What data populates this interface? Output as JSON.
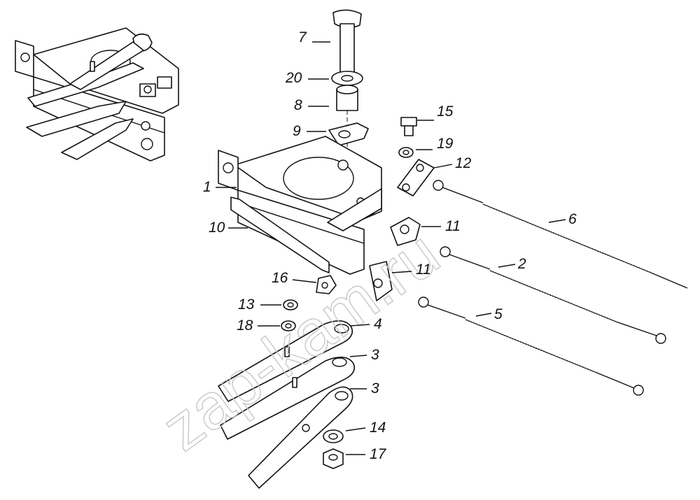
{
  "watermark": "zap-kam.ru",
  "callouts": [
    {
      "id": "7",
      "text": "7"
    },
    {
      "id": "20",
      "text": "20"
    },
    {
      "id": "8",
      "text": "8"
    },
    {
      "id": "9",
      "text": "9"
    },
    {
      "id": "15",
      "text": "15"
    },
    {
      "id": "19",
      "text": "19"
    },
    {
      "id": "12",
      "text": "12"
    },
    {
      "id": "1",
      "text": "1"
    },
    {
      "id": "6",
      "text": "6"
    },
    {
      "id": "10",
      "text": "10"
    },
    {
      "id": "11a",
      "text": "11"
    },
    {
      "id": "2",
      "text": "2"
    },
    {
      "id": "16",
      "text": "16"
    },
    {
      "id": "11b",
      "text": "11"
    },
    {
      "id": "5",
      "text": "5"
    },
    {
      "id": "13",
      "text": "13"
    },
    {
      "id": "18",
      "text": "18"
    },
    {
      "id": "4",
      "text": "4"
    },
    {
      "id": "3a",
      "text": "3"
    },
    {
      "id": "3b",
      "text": "3"
    },
    {
      "id": "14",
      "text": "14"
    },
    {
      "id": "17",
      "text": "17"
    }
  ]
}
